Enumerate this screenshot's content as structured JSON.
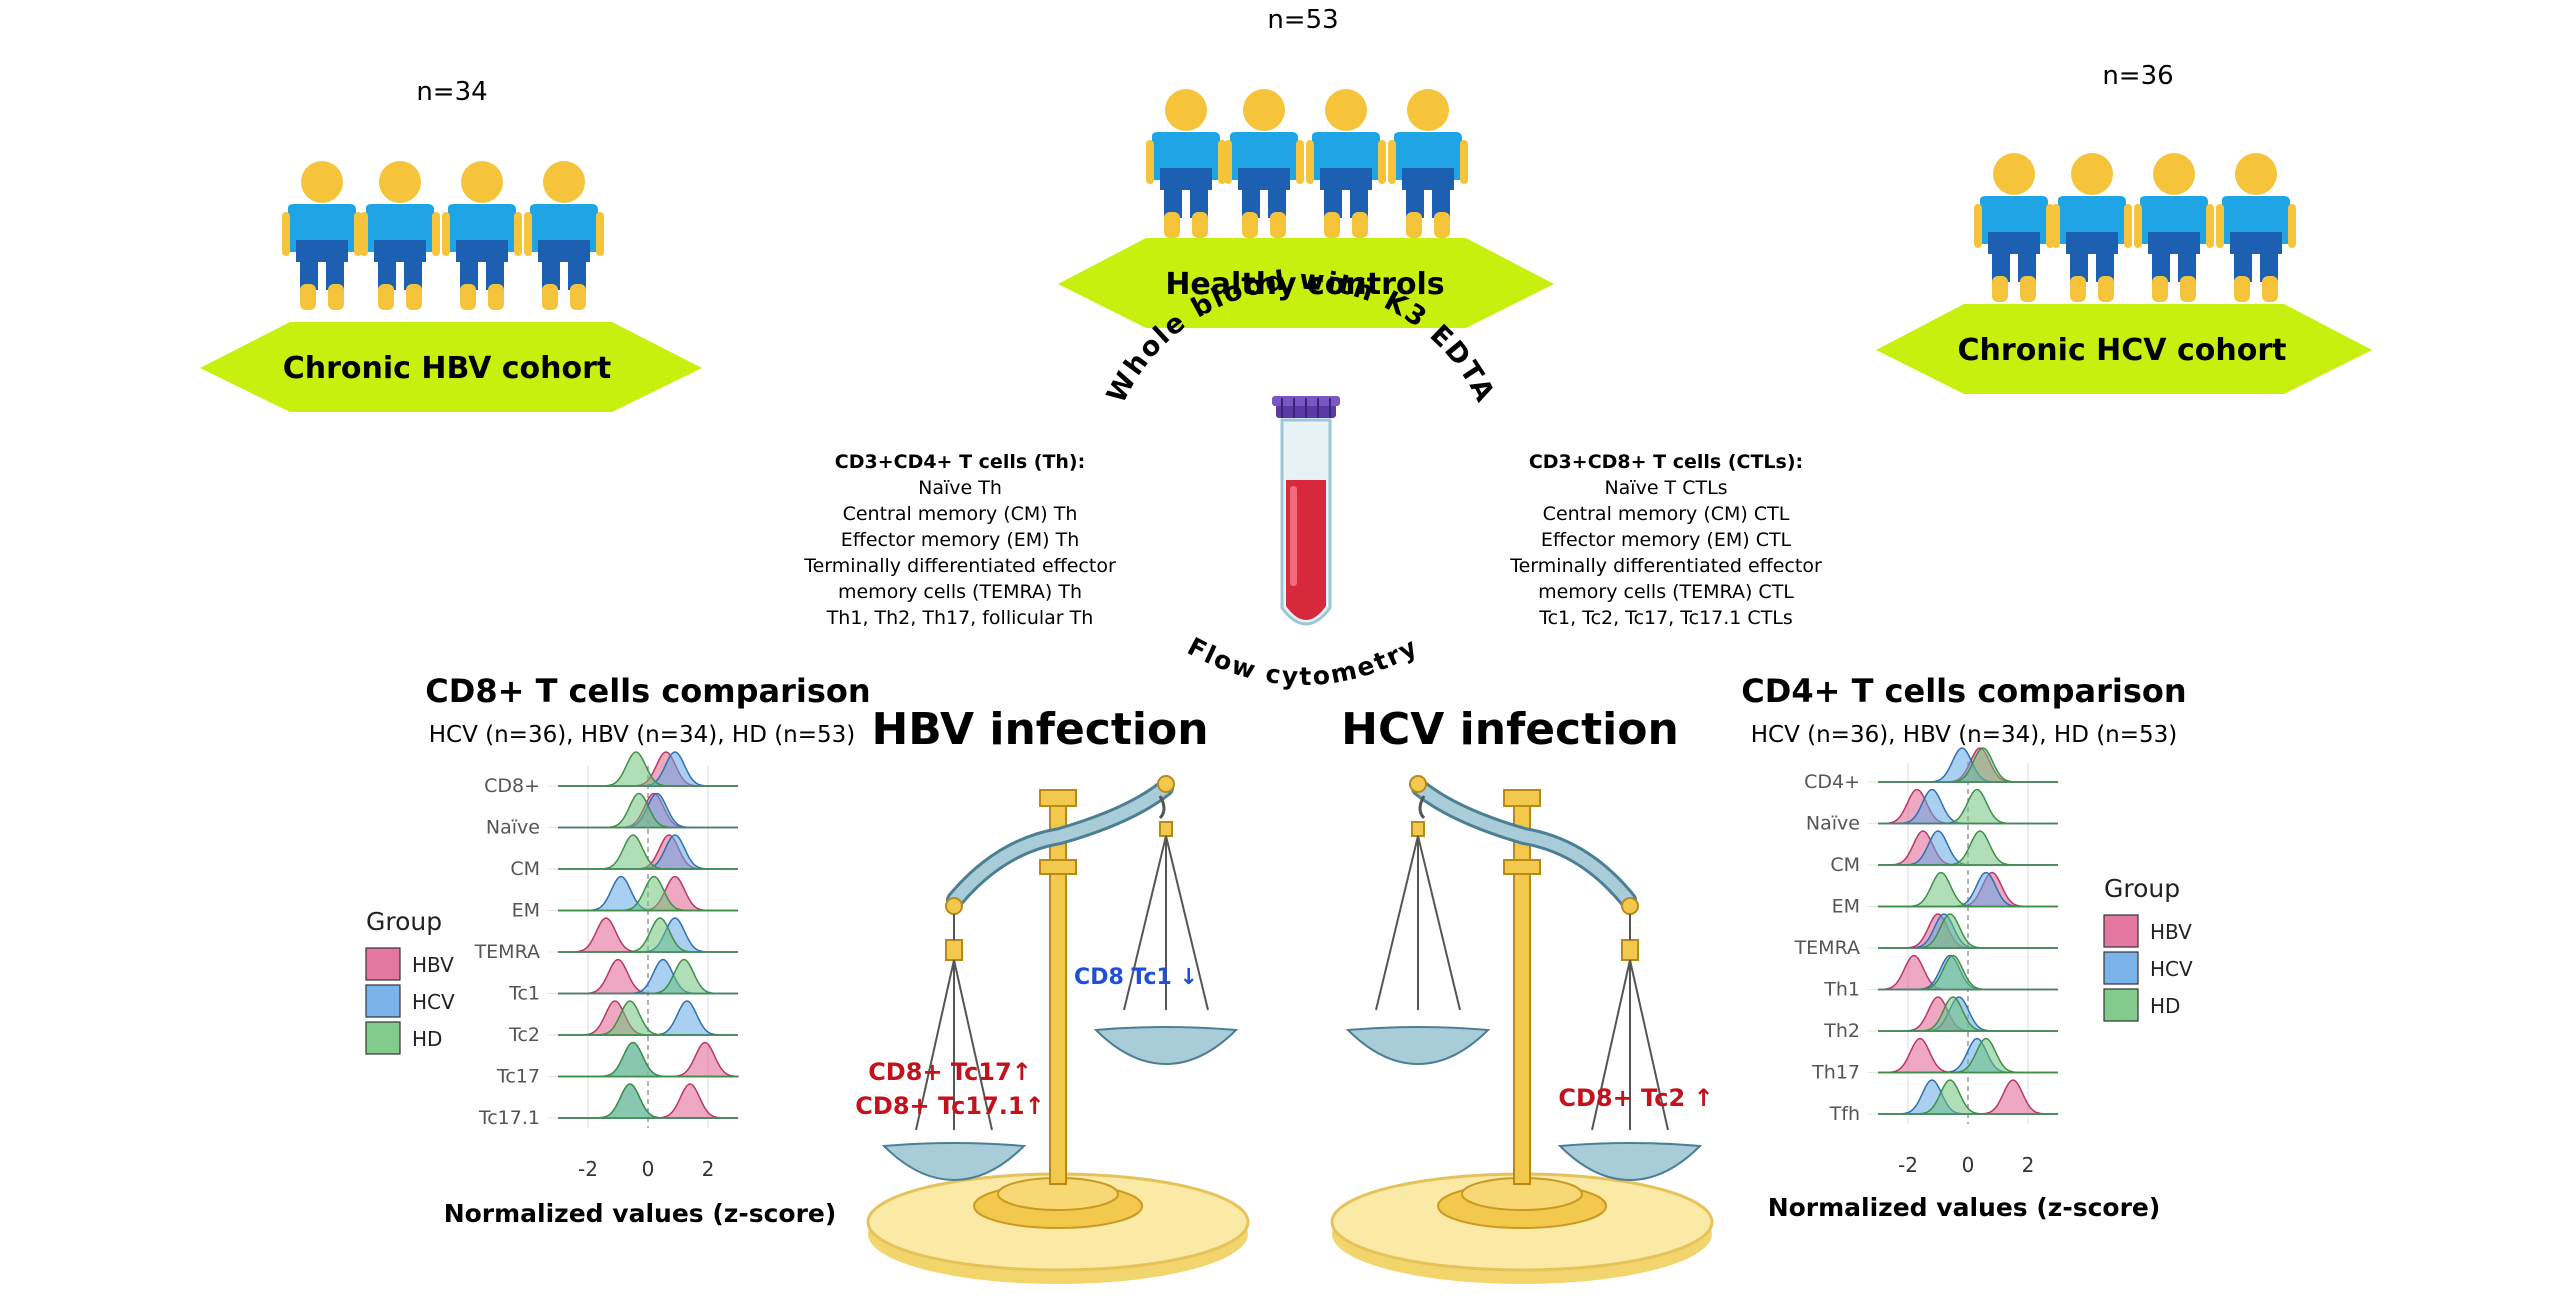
{
  "cohorts": [
    {
      "count": "n=34",
      "label": "Chronic HBV cohort"
    },
    {
      "count": "n=53",
      "label": "Healthy controls"
    },
    {
      "count": "n=36",
      "label": "Chronic HCV cohort"
    }
  ],
  "tube_caption": "Whole blood with K3 EDTA",
  "method_caption": "Flow cytometry",
  "th_panel": {
    "title": "CD3+CD4+ T cells (Th):",
    "lines": [
      "Naïve Th",
      "Central memory (CM) Th",
      "Effector memory (EM) Th",
      "Terminally differentiated  effector",
      "memory cells (TEMRA) Th",
      "Th1, Th2, Th17, follicular Th"
    ]
  },
  "ctl_panel": {
    "title": "CD3+CD8+ T cells (CTLs):",
    "lines": [
      "Naïve T CTLs",
      "Central memory (CM) CTL",
      "Effector memory (EM) CTL",
      "Terminally differentiated  effector",
      "memory cells (TEMRA) CTL",
      "Tc1, Tc2, Tc17, Tc17.1 CTLs"
    ]
  },
  "hbv": {
    "title": "HBV infection",
    "up_line1": "CD8+ Tc17↑",
    "up_line2": "CD8+ Tc17.1↑",
    "down": "CD8 Tc1 ↓"
  },
  "hcv": {
    "title": "HCV infection",
    "up": "CD8+ Tc2 ↑"
  },
  "colors": {
    "hbv": "#e0608f",
    "hcv": "#63a7e6",
    "hd": "#6fc27a",
    "banner": "#c8f00f",
    "red_text": "#c2121b",
    "blue_text": "#1f4fd8",
    "scale_gold": "#f2c94c",
    "pan": "#a9cdd8"
  },
  "chart_data": [
    {
      "type": "ridgeline",
      "title": "CD8+ T cells comparison",
      "subtitle": "HCV (n=36), HBV (n=34), HD (n=53)",
      "xlabel": "Normalized values (z-score)",
      "xticks": [
        "-2",
        "0",
        "2"
      ],
      "xlim": [
        -3,
        3
      ],
      "categories": [
        "CD8+",
        "Naïve",
        "CM",
        "EM",
        "TEMRA",
        "Tc1",
        "Tc2",
        "Tc17",
        "Tc17.1"
      ],
      "legend": {
        "title": "Group",
        "entries": [
          "HBV",
          "HCV",
          "HD"
        ],
        "placement": "left"
      },
      "series_modes": {
        "HBV": [
          0.6,
          0.2,
          0.7,
          0.9,
          -1.4,
          -1.0,
          -1.1,
          1.9,
          1.4
        ],
        "HCV": [
          0.9,
          0.3,
          0.9,
          -0.9,
          0.9,
          0.5,
          1.3,
          -0.5,
          -0.6
        ],
        "HD": [
          -0.4,
          -0.3,
          -0.5,
          0.2,
          0.4,
          1.2,
          -0.6,
          -0.5,
          -0.6
        ]
      }
    },
    {
      "type": "ridgeline",
      "title": "CD4+ T cells comparison",
      "subtitle": "HCV (n=36), HBV (n=34), HD (n=53)",
      "xlabel": "Normalized values (z-score)",
      "xticks": [
        "-2",
        "0",
        "2"
      ],
      "xlim": [
        -3,
        3
      ],
      "categories": [
        "CD4+",
        "Naïve",
        "CM",
        "EM",
        "TEMRA",
        "Th1",
        "Th2",
        "Th17",
        "Tfh"
      ],
      "legend": {
        "title": "Group",
        "entries": [
          "HBV",
          "HCV",
          "HD"
        ],
        "placement": "right"
      },
      "series_modes": {
        "HBV": [
          0.4,
          -1.7,
          -1.5,
          0.8,
          -1.0,
          -1.8,
          -1.0,
          -1.6,
          1.5
        ],
        "HCV": [
          -0.2,
          -1.2,
          -1.0,
          0.6,
          -0.8,
          -0.6,
          -0.3,
          0.3,
          -1.2
        ],
        "HD": [
          0.5,
          0.3,
          0.4,
          -0.9,
          -0.6,
          -0.5,
          -0.5,
          0.6,
          -0.6
        ]
      }
    }
  ]
}
